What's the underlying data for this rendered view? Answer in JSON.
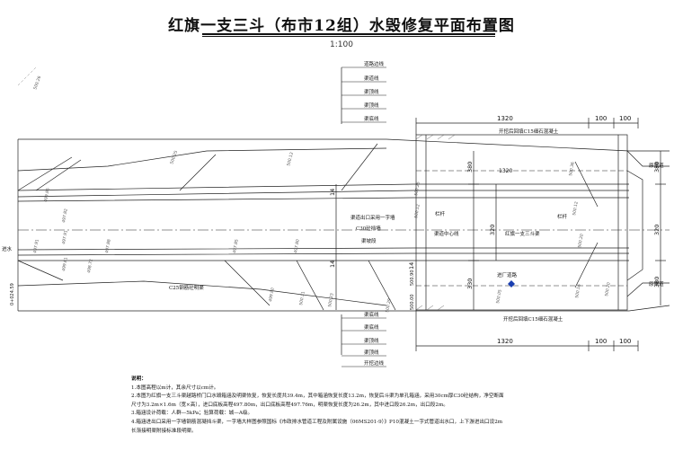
{
  "title": "红旗一支三斗（布市12组）水毁修复平面布置图",
  "scale": "1:100",
  "top_labels": [
    "道路边线",
    "渠道线",
    "渠顶线",
    "渠顶线",
    "渠底线"
  ],
  "bottom_labels": [
    "渠底线",
    "渠底线",
    "渠顶线",
    "渠顶线",
    "开挖边线"
  ],
  "dimensions": {
    "top_main": "1320",
    "top_side_a": "100",
    "top_side_b": "100",
    "top_mid": "1320",
    "bottom_main": "1320",
    "bottom_side_a": "100",
    "bottom_side_b": "100",
    "right_a": "380",
    "right_b": "320",
    "right_c": "380",
    "left_a": "14",
    "left_b": "14",
    "mid_a": "380",
    "mid_b": "320",
    "mid_c": "330",
    "mid_d": "14"
  },
  "annotations": {
    "backfill_top": "开挖后回填C15细石混凝土",
    "backfill_bottom": "开挖后回填C15细石混凝土",
    "outlet": "渠道出口采用一字墙",
    "c30": "C30砼挡墙",
    "slope": "渠坡段",
    "railing_left": "栏杆",
    "railing_right": "栏杆",
    "canal_center": "渠道中心线",
    "canal_name": "红旗一支三斗渠",
    "c25": "C25钢筋砼明渠",
    "road": "进厂道路",
    "original_top": "原渠道",
    "original_bottom": "原渠道",
    "elev_top": "500.90",
    "elev_bottom": "500.00",
    "chainage": "0+024.59",
    "inlet": "进水"
  },
  "elevations": [
    "500.25",
    "500.12",
    "499.86",
    "497.82",
    "497.91",
    "500.25",
    "500.12",
    "500.36",
    "500.12",
    "500.20",
    "499.80",
    "500.11",
    "500.23",
    "500.29",
    "500.05",
    "500.16",
    "500.20",
    "497.85",
    "497.80",
    "497.88",
    "497.91",
    "499.61",
    "498.72",
    "500.26"
  ],
  "notes_heading": "说明：",
  "notes": [
    "1.本图高程以m计，其余尺寸以cm计。",
    "2.本图为红旗一支三斗渠越路桥门口水毁箱涵及明渠恢复，恢复长度共39.4m，其中箱涵恢复长度13.2m，恢复后斗渠为单孔箱涵，采用30cm厚C30砼结构，净空断面",
    "尺寸为3.2m×1.6m（宽×高），进口底板高程497.80m，出口底板高程497.76m，明渠恢复长度为26.2m，其中进口段26.2m，出口段2m。",
    "3.箱涵设计荷载：人群—5kPa；验算荷载：城—A级。",
    "4.箱涵进出口采用一字墙钢筋混凝挡斗渠，一字墙大样图参照国标《市政排水管道工程及附属设施（06MS201-9）》P10混凝土一字式管道出水口，上下游进出口设2m",
    "长渐接明渠附接标准段明渠。"
  ]
}
